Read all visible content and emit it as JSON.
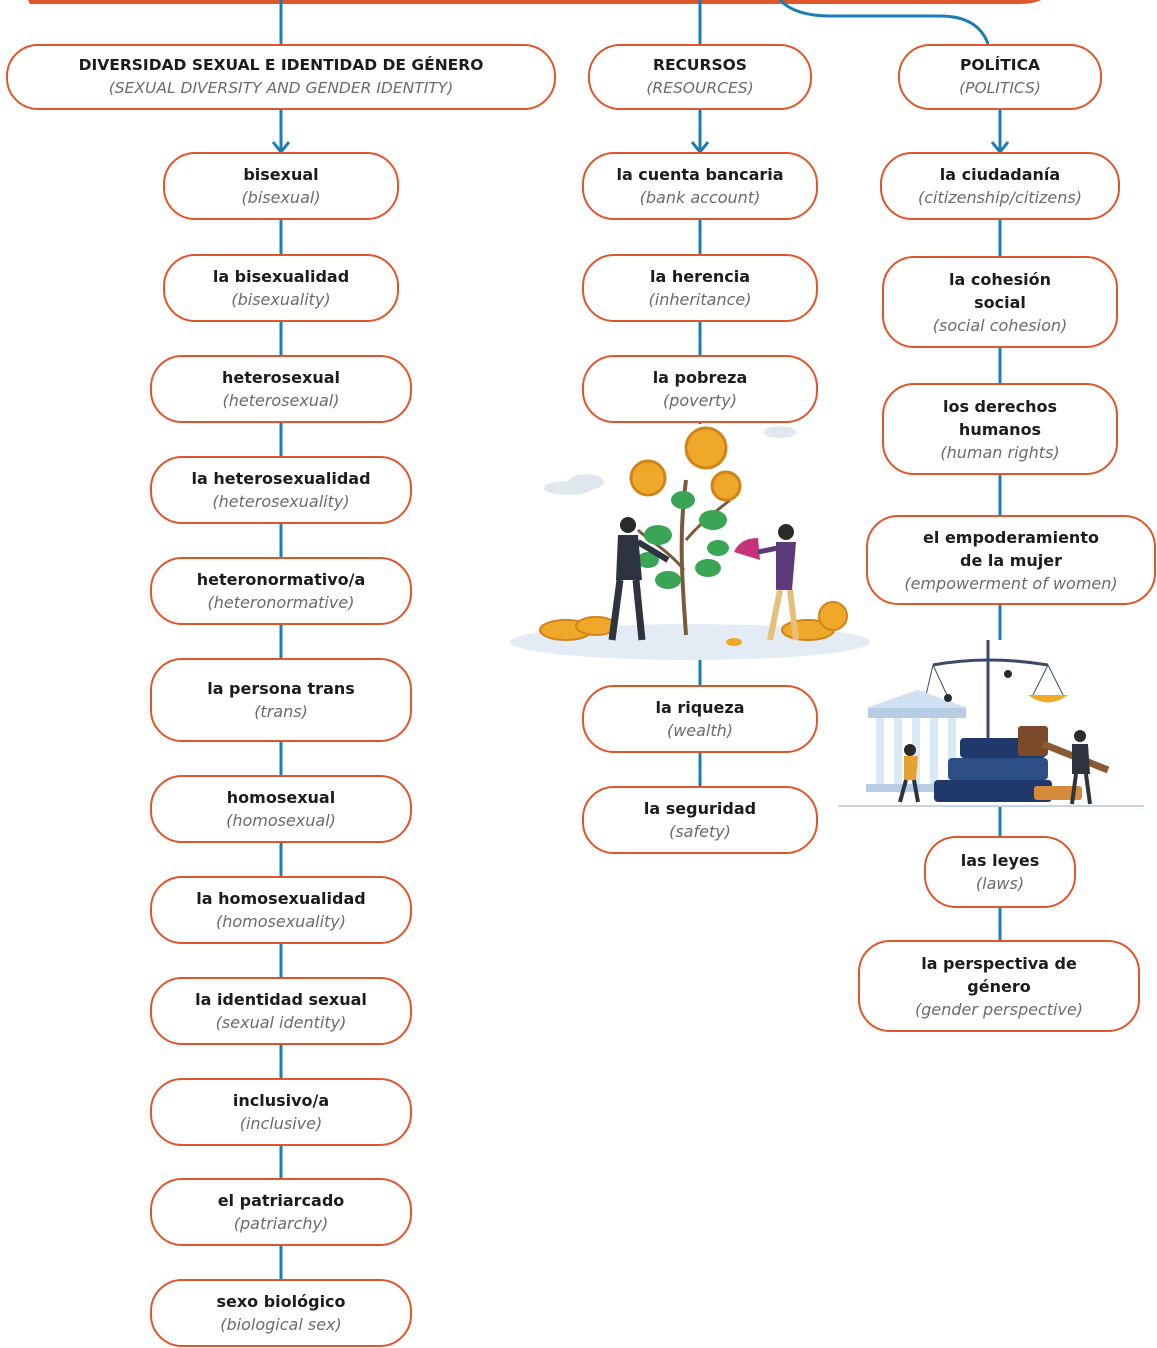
{
  "colors": {
    "accent": "#e0562a",
    "connector": "#1b7db5"
  },
  "columns": {
    "diversity": {
      "header": {
        "es": "DIVERSIDAD SEXUAL E IDENTIDAD DE GÉNERO",
        "en": "(SEXUAL DIVERSITY AND GENDER IDENTITY)"
      },
      "items": [
        {
          "es": "bisexual",
          "en": "(bisexual)"
        },
        {
          "es": "la bisexualidad",
          "en": "(bisexuality)"
        },
        {
          "es": "heterosexual",
          "en": "(heterosexual)"
        },
        {
          "es": "la heterosexualidad",
          "en": "(heterosexuality)"
        },
        {
          "es": "heteronormativo/a",
          "en": "(heteronormative)"
        },
        {
          "es": "la persona trans",
          "en": "(trans)"
        },
        {
          "es": "homosexual",
          "en": "(homosexual)"
        },
        {
          "es": "la homosexualidad",
          "en": "(homosexuality)"
        },
        {
          "es": "la identidad sexual",
          "en": "(sexual identity)"
        },
        {
          "es": "inclusivo/a",
          "en": "(inclusive)"
        },
        {
          "es": "el patriarcado",
          "en": "(patriarchy)"
        },
        {
          "es": "sexo biológico",
          "en": "(biological sex)"
        }
      ]
    },
    "resources": {
      "header": {
        "es": "RECURSOS",
        "en": "(RESOURCES)"
      },
      "items": [
        {
          "es": "la cuenta bancaria",
          "en": "(bank account)"
        },
        {
          "es": "la herencia",
          "en": "(inheritance)"
        },
        {
          "es": "la pobreza",
          "en": "(poverty)"
        },
        {
          "es": "la riqueza",
          "en": "(wealth)"
        },
        {
          "es": "la seguridad",
          "en": "(safety)"
        }
      ]
    },
    "politics": {
      "header": {
        "es": "POLÍTICA",
        "en": "(POLITICS)"
      },
      "items": [
        {
          "es": "la ciudadanía",
          "en": "(citizenship/citizens)"
        },
        {
          "es": "la cohesión social",
          "en": "(social cohesion)"
        },
        {
          "es": "los derechos humanos",
          "en": "(human rights)"
        },
        {
          "es": "el empoderamiento de la mujer",
          "en": "(empowerment of women)"
        },
        {
          "es": "las leyes",
          "en": "(laws)"
        },
        {
          "es": "la perspectiva de género",
          "en": "(gender perspective)"
        }
      ]
    }
  }
}
